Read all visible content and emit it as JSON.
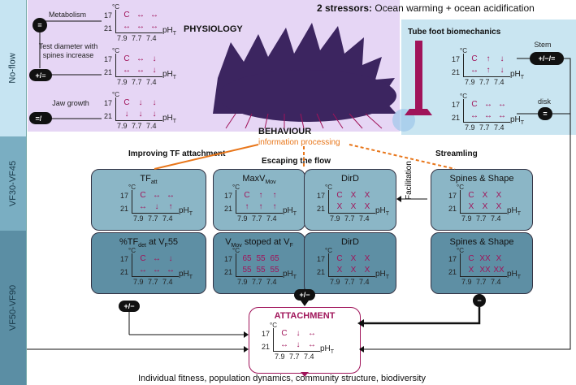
{
  "header": {
    "title_bold": "2 stressors:",
    "title_rest": " Ocean warming + ocean acidification"
  },
  "bands": {
    "no_flow": "No-flow",
    "vf30": "VF30-VF45",
    "vf50": "VF50-VF90"
  },
  "physiology": {
    "label": "PHYSIOLOGY",
    "metabolism": {
      "label": "Metabolism",
      "badge": "="
    },
    "test": {
      "label": "Test diameter with spines increase",
      "badge": "+/="
    },
    "jaw": {
      "label": "Jaw growth",
      "badge": "=/−"
    }
  },
  "tube": {
    "label": "Tube foot biomechanics",
    "stem": {
      "label": "Stem",
      "badge": "+/−/="
    },
    "disk": {
      "label": "disk",
      "badge": "="
    }
  },
  "behaviour": {
    "label": "BEHAVIOUR",
    "sub": "information processing"
  },
  "sections": {
    "improving": "Improving TF attachment",
    "escaping": "Escaping the flow",
    "streamling": "Streamling"
  },
  "boxes": {
    "tfatt": "TF",
    "tfatt_sub": "att",
    "maxv": "MaxV",
    "maxv_sub": "Mov",
    "dird1": "DirD",
    "spines1": "Spines & Shape",
    "tfdet_a": "%TF",
    "tfdet_b": "det",
    "tfdet_c": " at V",
    "tfdet_d": "F",
    "tfdet_e": "55",
    "vmov_a": "V",
    "vmov_b": "Mov",
    "vmov_c": " stoped at V",
    "vmov_d": "F",
    "dird2": "DirD",
    "spines2": "Spines & Shape",
    "attachment": "ATTACHMENT"
  },
  "facilitation": "Facilitation",
  "badges": {
    "tfdet": "+/−",
    "vmov": "+/−",
    "spines": "−"
  },
  "footer": "Individual fitness, population dynamics, community structure, biodiversity",
  "axis": {
    "deg": "°C",
    "t17": "17",
    "t21": "21",
    "x1": "7.9",
    "x2": "7.7",
    "x3": "7.4",
    "ph": "pH",
    "ph_sub": "T"
  },
  "grids": [
    {
      "id": "metab",
      "r1": [
        "C",
        "↔",
        "↔"
      ],
      "r2": [
        "↔",
        "↔",
        "↔"
      ]
    },
    {
      "id": "test",
      "r1": [
        "C",
        "↔",
        "↓"
      ],
      "r2": [
        "↔",
        "↔",
        "↓"
      ]
    },
    {
      "id": "jaw",
      "r1": [
        "C",
        "↓",
        "↓"
      ],
      "r2": [
        "↓",
        "↓",
        "↓"
      ]
    },
    {
      "id": "stem",
      "r1": [
        "C",
        "↑",
        "↓"
      ],
      "r2": [
        "↔",
        "↑",
        "↓"
      ]
    },
    {
      "id": "disk",
      "r1": [
        "C",
        "↔",
        "↔"
      ],
      "r2": [
        "↔",
        "↔",
        "↔"
      ]
    },
    {
      "id": "tfatt",
      "r1": [
        "C",
        "↔",
        "↔"
      ],
      "r2": [
        "↔",
        "↓",
        "↑"
      ]
    },
    {
      "id": "maxv",
      "r1": [
        "C",
        "↑",
        "↑"
      ],
      "r2": [
        "↑",
        "↑",
        "↑"
      ]
    },
    {
      "id": "dird1",
      "r1": [
        "C",
        "X",
        "X"
      ],
      "r2": [
        "X",
        "X",
        "X"
      ]
    },
    {
      "id": "spines1",
      "r1": [
        "C",
        "X",
        "X"
      ],
      "r2": [
        "X",
        "X",
        "X"
      ]
    },
    {
      "id": "tfdet",
      "r1": [
        "C",
        "↔",
        "↓"
      ],
      "r2": [
        "↔",
        "↔",
        "↔"
      ]
    },
    {
      "id": "vmov",
      "r1": [
        "65",
        "55",
        "65"
      ],
      "r2": [
        "55",
        "55",
        "55"
      ]
    },
    {
      "id": "dird2",
      "r1": [
        "C",
        "X",
        "X"
      ],
      "r2": [
        "X",
        "X",
        "X"
      ]
    },
    {
      "id": "spines2",
      "r1": [
        "C",
        "XX",
        "X"
      ],
      "r2": [
        "X",
        "XX",
        "XX"
      ]
    },
    {
      "id": "attach",
      "r1": [
        "C",
        "↓",
        "↔"
      ],
      "r2": [
        "↔",
        "↓",
        "↔"
      ]
    }
  ],
  "colors": {
    "physio_bg": "#e4d4f4",
    "tube_bg": "#c9e5f1",
    "urchin": "#3c2560",
    "accent": "#a0145a",
    "box_light": "#8bb6c6",
    "box_dark": "#5e8fa4",
    "behaviour_orange": "#e8761a"
  }
}
